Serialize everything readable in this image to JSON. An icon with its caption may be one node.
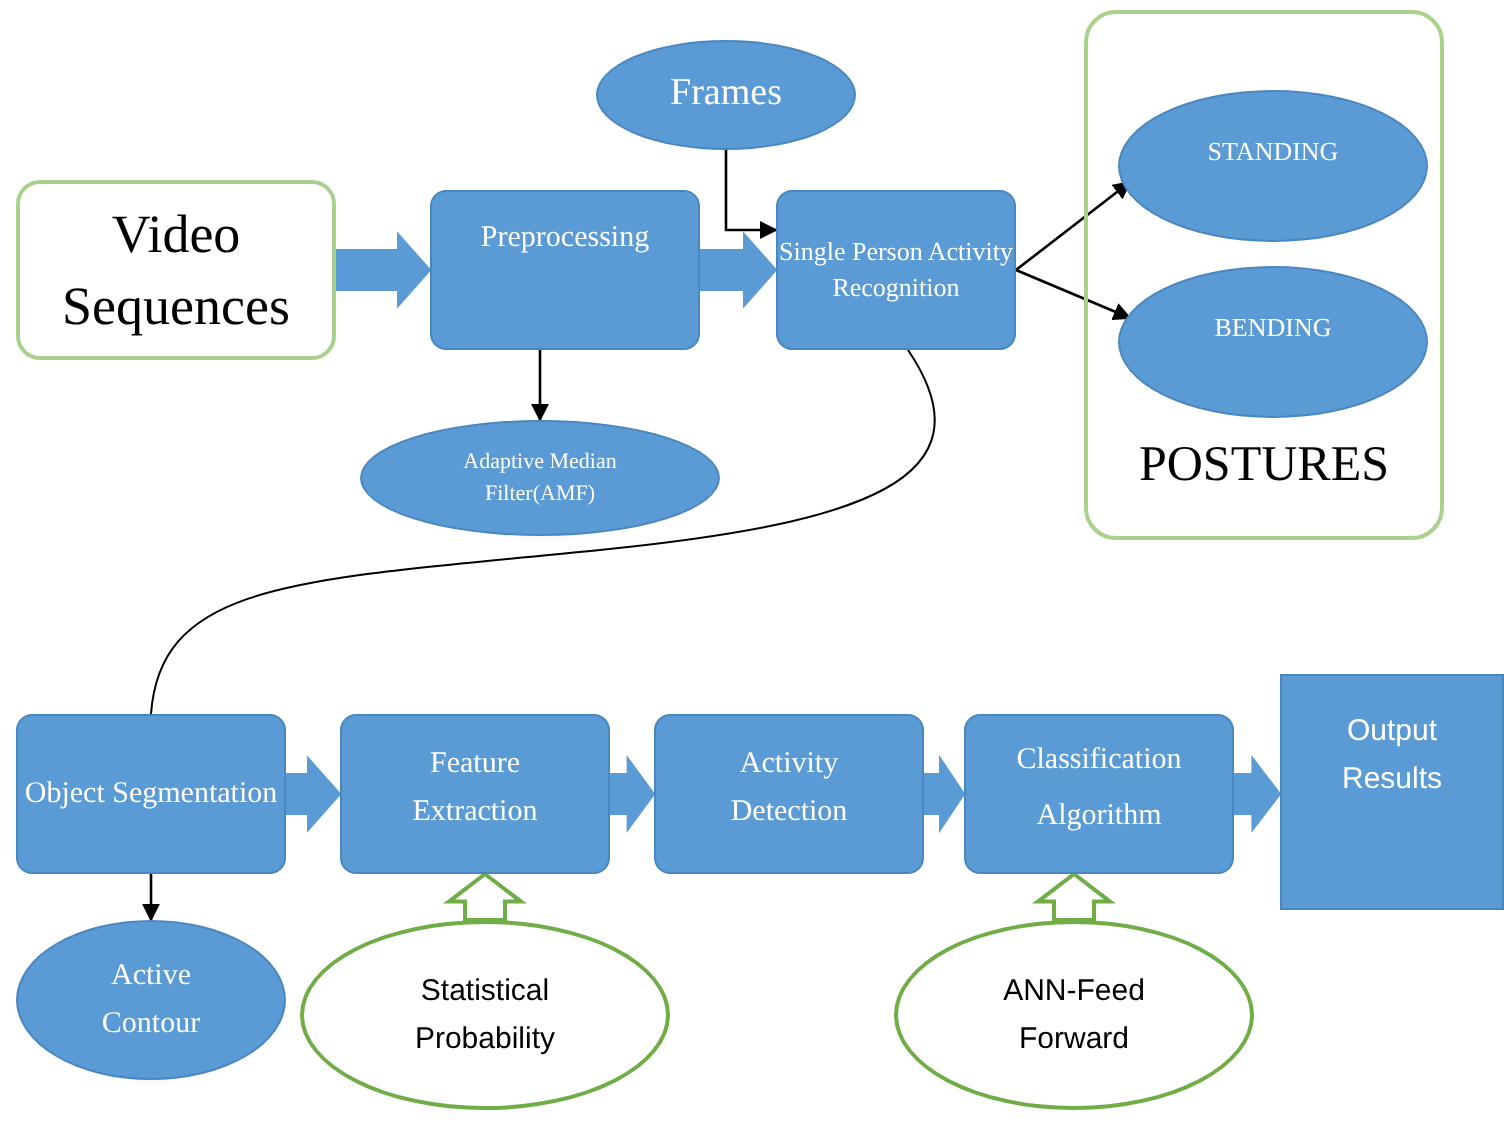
{
  "diagram": {
    "nodes": [
      {
        "text": [
          "Video Sequences"
        ]
      },
      {
        "text": [
          "Preprocessing"
        ]
      },
      {
        "text": [
          "Frames"
        ]
      },
      {
        "text": [
          "Single Person Activity Recognition"
        ]
      },
      {
        "text": [
          "Adaptive Median Filter(AMF)"
        ]
      },
      {
        "text": [
          "POSTURES"
        ]
      },
      {
        "text": [
          "STANDING"
        ],
        "in": 5
      },
      {
        "text": [
          "BENDING"
        ],
        "in": 5
      },
      {
        "text": [
          "Object Segmentation"
        ]
      },
      {
        "text": [
          "Active Contour"
        ]
      },
      {
        "text": [
          "Feature Extraction"
        ]
      },
      {
        "text": [
          "Activity Detection"
        ]
      },
      {
        "text": [
          "Classification Algorithm"
        ]
      },
      {
        "text": [
          "Output Results"
        ]
      },
      {
        "text": [
          "Statistical Probability"
        ]
      },
      {
        "text": [
          "ANN-Feed Forward"
        ]
      }
    ],
    "edges": [
      {
        "from": 0,
        "to": 1,
        "arrow": "to",
        "style": "thick",
        "color": "#5b9bd5"
      },
      {
        "from": 1,
        "to": 3,
        "arrow": "to",
        "style": "thick",
        "color": "#5b9bd5"
      },
      {
        "from": 2,
        "to": 3,
        "arrow": "to"
      },
      {
        "from": 1,
        "to": 4,
        "arrow": "to"
      },
      {
        "from": 3,
        "to": 6,
        "arrow": "to"
      },
      {
        "from": 3,
        "to": 7,
        "arrow": "to"
      },
      {
        "from": 3,
        "to": 8,
        "arrow": "none"
      },
      {
        "from": 8,
        "to": 9,
        "arrow": "to"
      },
      {
        "from": 8,
        "to": 10,
        "arrow": "to",
        "style": "thick",
        "color": "#5b9bd5"
      },
      {
        "from": 10,
        "to": 11,
        "arrow": "to",
        "style": "thick",
        "color": "#5b9bd5"
      },
      {
        "from": 11,
        "to": 12,
        "arrow": "to",
        "style": "thick",
        "color": "#5b9bd5"
      },
      {
        "from": 12,
        "to": 13,
        "arrow": "to",
        "style": "thick",
        "color": "#5b9bd5"
      },
      {
        "from": 14,
        "to": 10,
        "arrow": "to",
        "style": "thick",
        "color": "#70ad47"
      },
      {
        "from": 15,
        "to": 12,
        "arrow": "to",
        "style": "thick",
        "color": "#70ad47"
      }
    ]
  }
}
